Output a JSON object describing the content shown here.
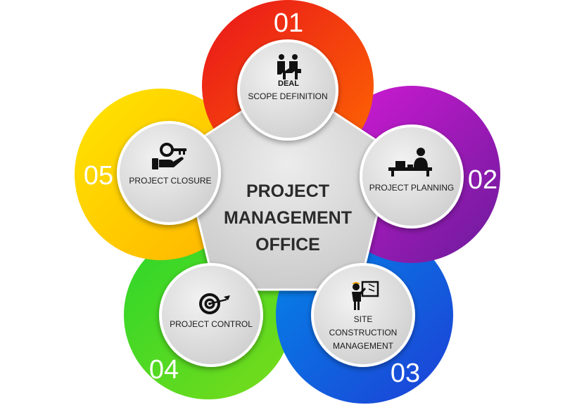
{
  "center": {
    "lines": [
      "PROJECT",
      "MANAGEMENT",
      "OFFICE"
    ]
  },
  "steps": [
    {
      "number": "01",
      "lines": [
        "SCOPE DEFINITION"
      ],
      "icon": "handshake-deal-icon",
      "icon_text": "DEAL",
      "color_from": "#e8141b",
      "color_to": "#ff6a00"
    },
    {
      "number": "02",
      "lines": [
        "PROJECT PLANNING"
      ],
      "icon": "desk-worker-icon",
      "icon_text": "",
      "color_from": "#d41ad6",
      "color_to": "#6a1b9a"
    },
    {
      "number": "03",
      "lines": [
        "SITE",
        "CONSTRUCTION",
        "MANAGEMENT"
      ],
      "icon": "engineer-board-icon",
      "icon_text": "",
      "color_from": "#0288e8",
      "color_to": "#1e3fd6"
    },
    {
      "number": "04",
      "lines": [
        "PROJECT CONTROL"
      ],
      "icon": "target-arrow-icon",
      "icon_text": "",
      "color_from": "#2bd62b",
      "color_to": "#7bdc1a"
    },
    {
      "number": "05",
      "lines": [
        "PROJECT CLOSURE"
      ],
      "icon": "key-hand-icon",
      "icon_text": "",
      "color_from": "#ffe600",
      "color_to": "#ffb300"
    }
  ]
}
